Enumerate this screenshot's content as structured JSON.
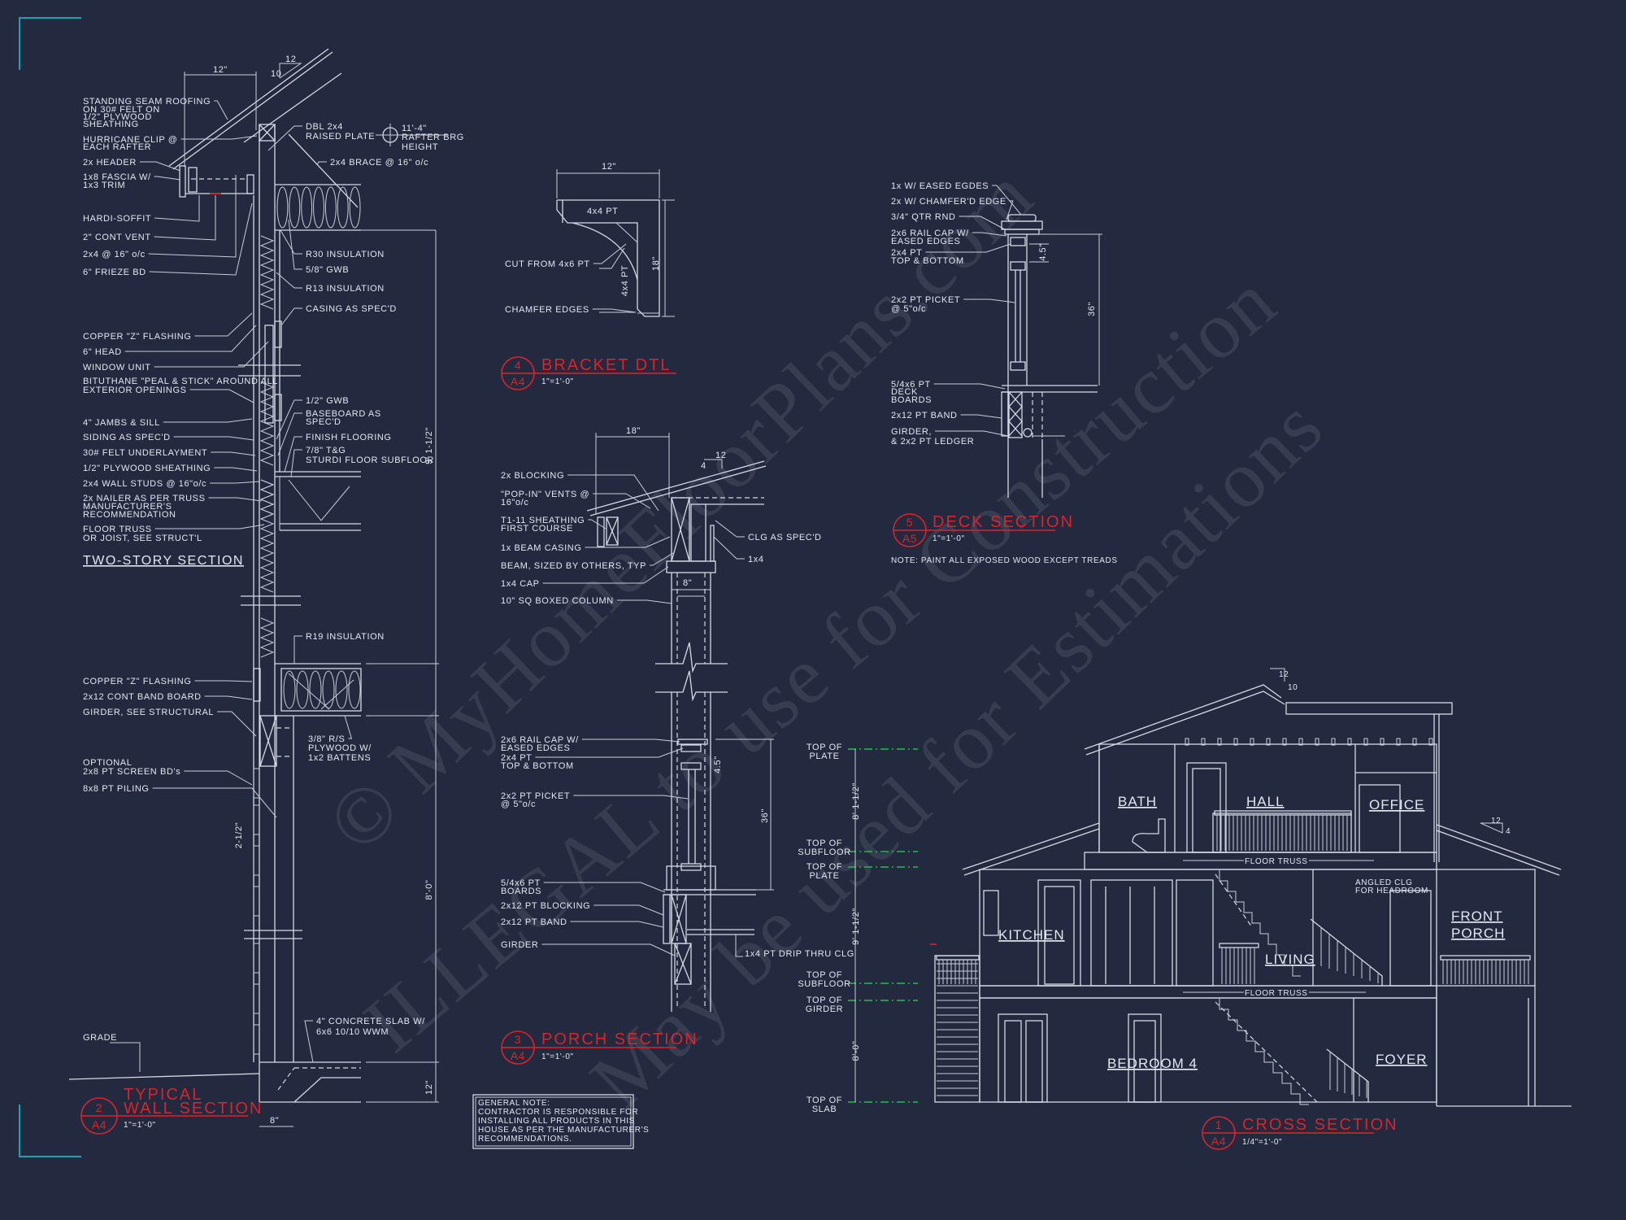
{
  "watermark": [
    "© MyHomeFloorPlans.com",
    "ILLEGAL to use for Construction",
    "May be used for Estimations"
  ],
  "colors": {
    "background": "#232a3f",
    "linework": "#d5d9e3",
    "title_red": "#d8242c",
    "level_green": "#20a94c",
    "corner_cyan": "#1aa3ad"
  },
  "wall_section": {
    "subtitle": "TWO-STORY SECTION",
    "labels": [
      "STANDING SEAM ROOFING",
      "ON 30# FELT ON",
      "1/2\" PLYWOOD",
      "SHEATHING",
      "HURRICANE CLIP @",
      "EACH RAFTER",
      "2x HEADER",
      "1x8 FASCIA W/",
      "1x3 TRIM",
      "HARDI-SOFFIT",
      "2\" CONT VENT",
      "2x4 @ 16\" o/c",
      "6\" FRIEZE BD",
      "COPPER \"Z\" FLASHING",
      "6\" HEAD",
      "WINDOW UNIT",
      "BITUTHANE \"PEAL & STICK\" AROUND ALL",
      "EXTERIOR OPENINGS",
      "4\" JAMBS & SILL",
      "SIDING AS SPEC'D",
      "30# FELT UNDERLAYMENT",
      "1/2\" PLYWOOD SHEATHING",
      "2x4 WALL STUDS @ 16\"o/c",
      "2x NAILER AS PER TRUSS",
      "MANUFACTURER'S",
      "RECOMMENDATION",
      "FLOOR TRUSS",
      "OR JOIST, SEE STRUCT'L",
      "COPPER \"Z\" FLASHING",
      "2x12 CONT BAND BOARD",
      "GIRDER, SEE STRUCTURAL",
      "OPTIONAL",
      "2x8 PT SCREEN BD's",
      "8x8 PT PILING",
      "GRADE",
      "DBL 2x4",
      "RAISED PLATE",
      "2x4 BRACE @ 16\" o/c",
      "R30 INSULATION",
      "5/8\" GWB",
      "R13 INSULATION",
      "CASING AS SPEC'D",
      "1/2\" GWB",
      "BASEBOARD AS",
      "SPEC'D",
      "FINISH FLOORING",
      "7/8\" T&G",
      "STURDI FLOOR SUBFLOOR",
      "R19 INSULATION",
      "3/8\" R/S",
      "PLYWOOD W/",
      "1x2 BATTENS",
      "11'-4\"",
      "RAFTER BRG",
      "HEIGHT",
      "4\" CONCRETE SLAB W/",
      "6x6 10/10 WWM"
    ],
    "dims": [
      "12\"",
      "12",
      "10",
      "9' 1-1/2\"",
      "2-1/2\"",
      "8'-0\"",
      "12\"",
      "8\""
    ],
    "title": {
      "number": "2",
      "sheet": "A4",
      "line1": "TYPICAL",
      "line2": "WALL SECTION",
      "scale": "1\"=1'-0\""
    }
  },
  "bracket_detail": {
    "labels": [
      "4x4 PT",
      "4x4 PT",
      "CUT FROM 4x6 PT",
      "CHAMFER EDGES"
    ],
    "dims": [
      "12\"",
      "18\""
    ],
    "title": {
      "number": "4",
      "sheet": "A4",
      "name": "BRACKET DTL",
      "scale": "1\"=1'-0\""
    }
  },
  "porch_section": {
    "labels": [
      "2x BLOCKING",
      "\"POP-IN\" VENTS @",
      "16\"o/c",
      "T1-11 SHEATHING",
      "FIRST COURSE",
      "1x BEAM CASING",
      "BEAM, SIZED BY OTHERS, TYP",
      "1x4  CAP",
      "10\" SQ BOXED COLUMN",
      "2x6 RAIL CAP W/",
      "EASED EDGES",
      "2x4 PT",
      "TOP & BOTTOM",
      "2x2 PT PICKET",
      "@ 5\"o/c",
      "5/4x6 PT",
      "BOARDS",
      "2x12 PT BLOCKING",
      "2x12 PT BAND",
      "GIRDER",
      "CLG AS SPEC'D",
      "1x4",
      "1x4 PT DRIP THRU CLG"
    ],
    "dims": [
      "18\"",
      "12",
      "4",
      "8\"",
      "4.5\"",
      "36\""
    ],
    "title": {
      "number": "3",
      "sheet": "A4",
      "name": "PORCH SECTION",
      "scale": "1\"=1'-0\""
    },
    "general_note": [
      "GENERAL NOTE:",
      "CONTRACTOR IS RESPONSIBLE FOR",
      "INSTALLING ALL PRODUCTS IN THIS",
      "HOUSE AS PER THE MANUFACTURER'S",
      "RECOMMENDATIONS."
    ]
  },
  "deck_section": {
    "labels": [
      "1x W/ EASED EGDES",
      "2x W/ CHAMFER'D EDGE",
      "3/4\" QTR RND",
      "2x6 RAIL CAP W/",
      "EASED EDGES",
      "2x4 PT",
      "TOP & BOTTOM",
      "2x2 PT PICKET",
      "@ 5\"o/c",
      "5/4x6 PT",
      "DECK",
      "BOARDS",
      "2x12 PT BAND",
      "GIRDER,",
      "& 2x2 PT LEDGER"
    ],
    "dims": [
      "36\"",
      "4.5\""
    ],
    "note": "NOTE: PAINT ALL EXPOSED WOOD EXCEPT TREADS",
    "title": {
      "number": "5",
      "sheet": "A5",
      "name": "DECK SECTION",
      "scale": "1\"=1'-0\""
    }
  },
  "cross_section": {
    "rooms": [
      "BATH",
      "HALL",
      "OFFICE",
      "KITCHEN",
      "LIVING",
      "FRONT",
      "PORCH",
      "BEDROOM 4",
      "FOYER"
    ],
    "notes": [
      "FLOOR TRUSS",
      "FLOOR TRUSS",
      "ANGLED CLG",
      "FOR HEADROOM"
    ],
    "levels": [
      "TOP OF",
      "PLATE",
      "TOP OF",
      "SUBFLOOR",
      "TOP OF",
      "PLATE",
      "TOP OF",
      "SUBFLOOR",
      "TOP OF",
      "GIRDER",
      "TOP OF",
      "SLAB"
    ],
    "dims": [
      "8' 1-1/2\"",
      "9' 1-1/2\"",
      "8'-0\"",
      "12",
      "10",
      "12",
      "4"
    ],
    "title": {
      "number": "1",
      "sheet": "A4",
      "name": "CROSS SECTION",
      "scale": "1/4\"=1'-0\""
    }
  }
}
